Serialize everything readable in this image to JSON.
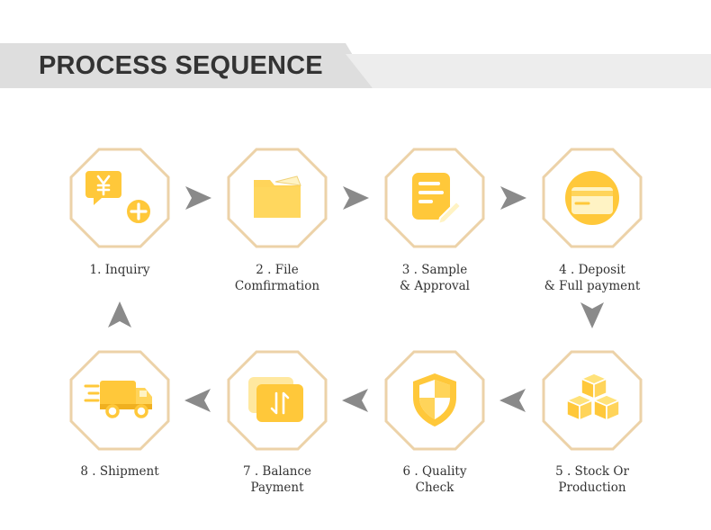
{
  "header": {
    "title": "PROCESS SEQUENCE"
  },
  "colors": {
    "octagon_border": "#ecd2a8",
    "icon_yellow": "#ffc83a",
    "icon_light": "#ffe27a",
    "arrow_gray": "#8a8a8a",
    "header_band_dark": "#dcdcdc",
    "header_band_light": "#ececec",
    "text": "#333333"
  },
  "steps": [
    {
      "id": 1,
      "icon": "yen-add-icon",
      "lines": [
        "1. Inquiry"
      ]
    },
    {
      "id": 2,
      "icon": "folder-icon",
      "lines": [
        "2 . File",
        "Comfirmation"
      ]
    },
    {
      "id": 3,
      "icon": "document-edit-icon",
      "lines": [
        "3 . Sample",
        "& Approval"
      ]
    },
    {
      "id": 4,
      "icon": "card-icon",
      "lines": [
        "4 . Deposit",
        "& Full payment"
      ]
    },
    {
      "id": 5,
      "icon": "boxes-icon",
      "lines": [
        "5 . Stock Or",
        "Production"
      ]
    },
    {
      "id": 6,
      "icon": "shield-icon",
      "lines": [
        "6 . Quality",
        "Check"
      ]
    },
    {
      "id": 7,
      "icon": "transfer-icon",
      "lines": [
        "7 . Balance",
        "Payment"
      ]
    },
    {
      "id": 8,
      "icon": "truck-icon",
      "lines": [
        "8 . Shipment"
      ]
    }
  ]
}
